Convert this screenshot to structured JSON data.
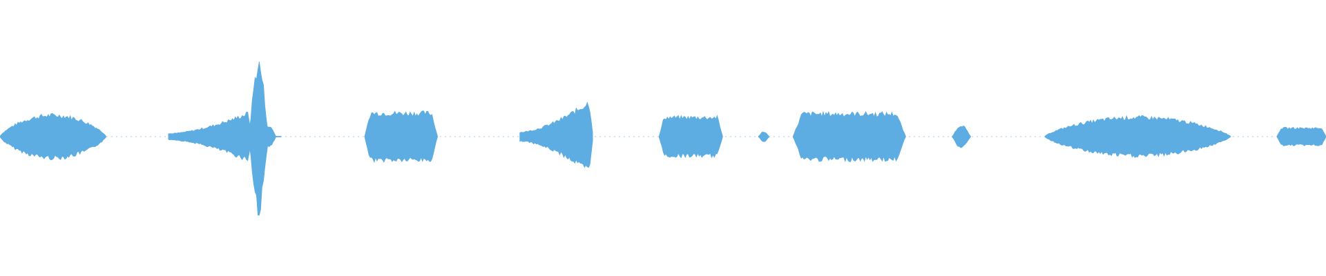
{
  "waveform": {
    "color": "#5dade2",
    "background": "#ffffff",
    "segments": [
      {
        "name": "segment-1",
        "shape": "hump",
        "start": 0.0,
        "end": 0.08,
        "peak": 0.3
      },
      {
        "name": "segment-2",
        "shape": "crescendo",
        "start": 0.127,
        "end": 0.19,
        "peak": 0.35
      },
      {
        "name": "segment-3",
        "shape": "spike",
        "start": 0.187,
        "end": 0.203,
        "peak": 1.0
      },
      {
        "name": "segment-4",
        "shape": "tail",
        "start": 0.2,
        "end": 0.212,
        "peak": 0.2
      },
      {
        "name": "segment-5",
        "shape": "block",
        "start": 0.275,
        "end": 0.33,
        "peak": 0.33
      },
      {
        "name": "segment-6",
        "shape": "crescendo",
        "start": 0.392,
        "end": 0.447,
        "peak": 0.52
      },
      {
        "name": "segment-7",
        "shape": "block",
        "start": 0.497,
        "end": 0.545,
        "peak": 0.27
      },
      {
        "name": "segment-8",
        "shape": "blip",
        "start": 0.572,
        "end": 0.58,
        "peak": 0.07
      },
      {
        "name": "segment-9",
        "shape": "block",
        "start": 0.598,
        "end": 0.683,
        "peak": 0.32
      },
      {
        "name": "segment-10",
        "shape": "blip",
        "start": 0.718,
        "end": 0.732,
        "peak": 0.16
      },
      {
        "name": "segment-11",
        "shape": "hump",
        "start": 0.788,
        "end": 0.928,
        "peak": 0.27
      },
      {
        "name": "segment-12",
        "shape": "block",
        "start": 0.963,
        "end": 1.0,
        "peak": 0.12
      }
    ]
  }
}
